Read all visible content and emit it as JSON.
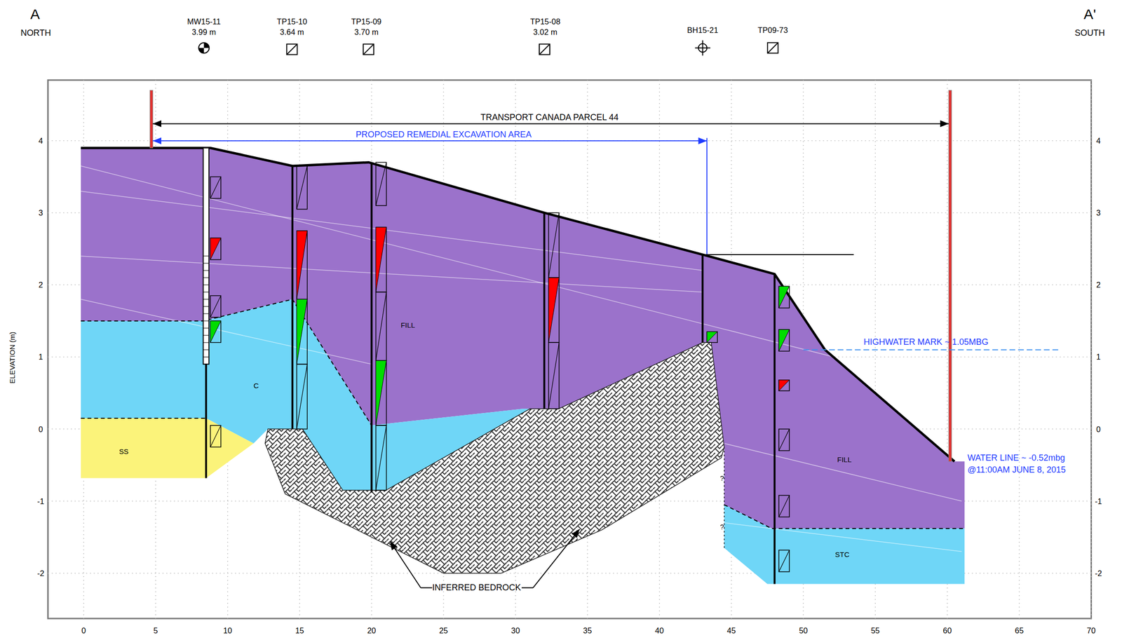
{
  "diagram": {
    "nodes": [
      {
        "text": [
          "FILL",
          "FILL"
        ]
      },
      {
        "text": [
          "C"
        ]
      },
      {
        "text": [
          "SS"
        ]
      },
      {
        "text": [
          "STC"
        ]
      }
    ],
    "labels": [
      "A",
      "NORTH",
      "A'",
      "SOUTH",
      "MW15-11",
      "3.99 m",
      "TP15-10",
      "3.64 m",
      "TP15-09",
      "3.70 m",
      "TP15-08",
      "3.02 m",
      "BH15-21",
      "TP09-73",
      "TRANSPORT CANADA PARCEL 44",
      "PROPOSED REMEDIAL EXCAVATION AREA",
      "HIGHWATER MARK ~ 1.05MBG",
      "WATER LINE ~ -0.52mbg",
      "@11:00AM JUNE 8, 2015",
      "INFERRED BEDROCK",
      "?",
      "?",
      "ELEVATION (m)",
      "4",
      "3",
      "2",
      "1",
      "0",
      "-1",
      "-2",
      "4",
      "3",
      "2",
      "1",
      "0",
      "-1",
      "-2",
      "0",
      "5",
      "10",
      "15",
      "20",
      "25",
      "30",
      "35",
      "40",
      "45",
      "50",
      "55",
      "60",
      "65",
      "70"
    ]
  }
}
